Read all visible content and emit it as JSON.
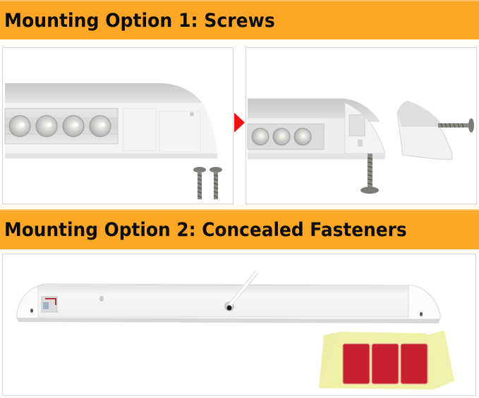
{
  "sections": [
    {
      "title": "Mounting Option 1: Screws",
      "images": [
        {
          "alt": "LED awning light bar end with two screws beside it"
        },
        {
          "alt": "LED light bar with end cap removed, screw inserted into mounting hole and end cap screw"
        }
      ]
    },
    {
      "title": "Mounting Option 2: Concealed Fasteners",
      "images": [
        {
          "alt": "Back of LED light bar housing showing concealed mounting channel and cable"
        },
        {
          "alt": "Three red double-sided adhesive pads on yellow backing"
        }
      ]
    }
  ],
  "arrow": {
    "icon": "right-arrow-icon",
    "color": "#ee1111"
  },
  "colors": {
    "banner": "#fea726",
    "banner_text": "#0b0b0b",
    "panel_border": "#d6d6d6",
    "adhesive_red": "#c8212e",
    "adhesive_backing": "#f2f0a6"
  }
}
